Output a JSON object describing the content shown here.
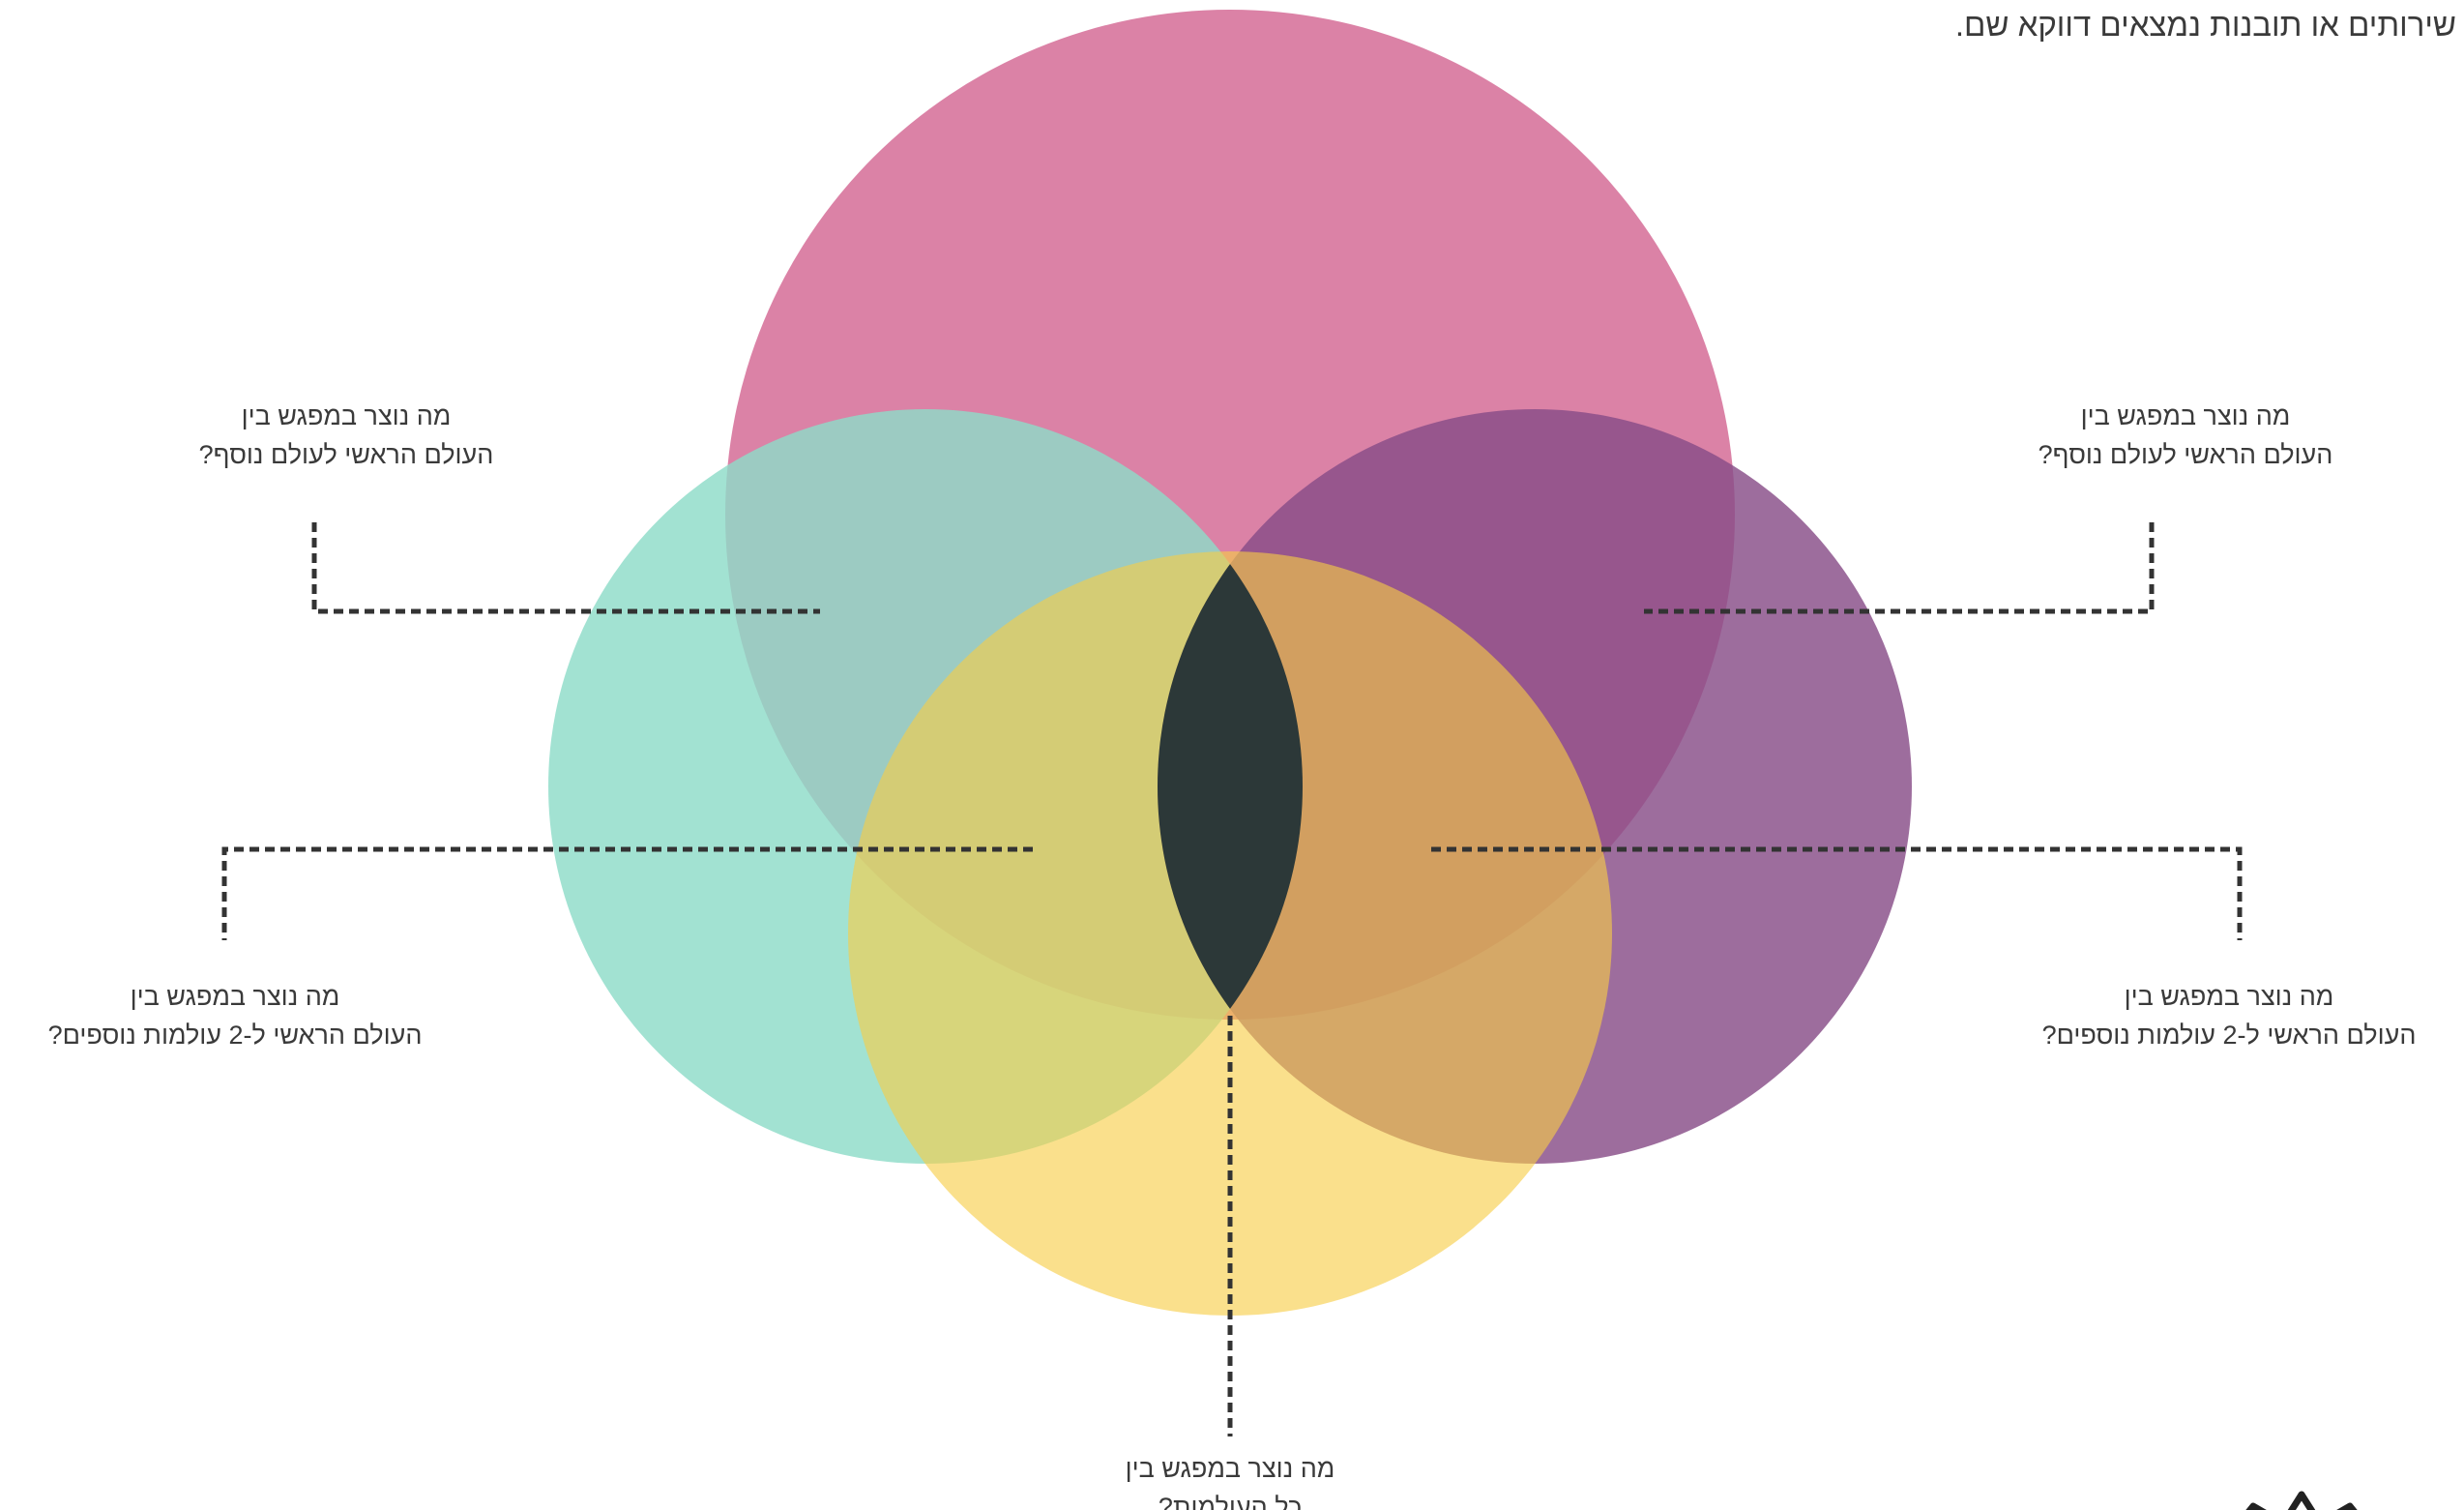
{
  "header": {
    "note": "שירותים או תובנות נמצאים דווקא שם."
  },
  "colors": {
    "top_circle": "#d6719a",
    "left_circle": "#8ddcc8",
    "right_circle": "#874d87",
    "bottom_circle": "#f7cd45",
    "center_overlap": "#2c3838",
    "leader_line": "#333333",
    "text": "#3a3a3a"
  },
  "labels": {
    "upper_left": {
      "line1": "מה נוצר במפגש בין",
      "line2": "העולם הראשי לעולם נוסף?"
    },
    "upper_right": {
      "line1": "מה נוצר במפגש בין",
      "line2": "העולם הראשי לעולם נוסף?"
    },
    "lower_left": {
      "line1": "מה נוצר במפגש בין",
      "line2": "העולם הראשי ל-2 עולמות נוספים?"
    },
    "lower_right": {
      "line1": "מה נוצר במפגש בין",
      "line2": "העולם הראשי ל-2 עולמות נוספים?"
    },
    "bottom": {
      "line1": "מה נוצר במפגש בין",
      "line2": "כל העולמות?"
    }
  },
  "logo": {
    "icon": "crown-logo-icon"
  }
}
